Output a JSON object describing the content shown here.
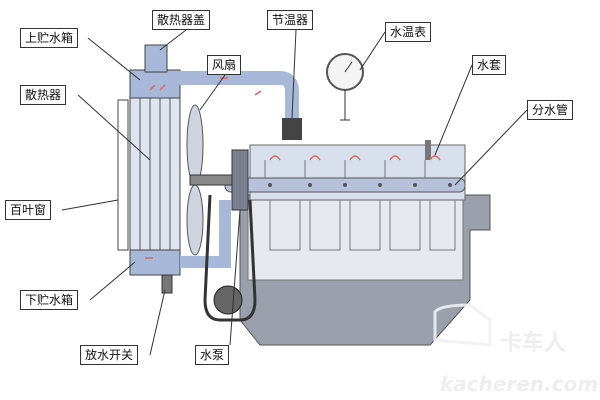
{
  "labels": {
    "upper_tank": "上贮水箱",
    "radiator_cap": "散热器盖",
    "thermostat": "节温器",
    "temp_gauge": "水温表",
    "fan": "风扇",
    "water_jacket": "水套",
    "radiator": "散热器",
    "distribution_pipe": "分水管",
    "shutter": "百叶窗",
    "lower_tank": "下贮水箱",
    "drain_valve": "放水开关",
    "water_pump": "水泵"
  },
  "watermark": {
    "brand": "卡车人",
    "site": "kacheren.com"
  },
  "colors": {
    "coolant": "#a8b8d8",
    "engine": "#8a8f99",
    "arrow": "#e0685a"
  }
}
